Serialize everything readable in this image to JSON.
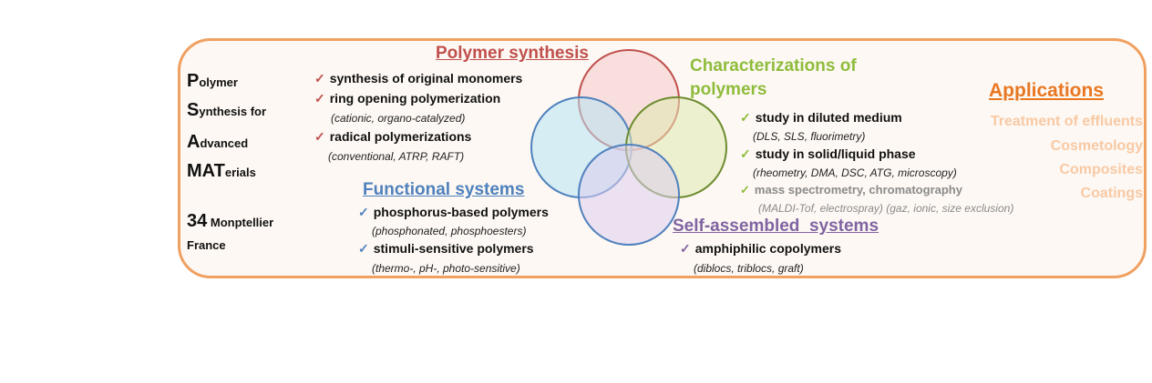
{
  "org": {
    "line1": {
      "cap": "P",
      "rest": "olymer"
    },
    "line2": {
      "cap": "S",
      "rest": "ynthesis for"
    },
    "line3": {
      "cap": "A",
      "rest": "dvanced"
    },
    "line4": {
      "cap": "MAT",
      "rest": "erials"
    },
    "line5": {
      "cap": "34",
      "rest": " Monptellier"
    },
    "line6": "France"
  },
  "polymer_synthesis": {
    "title": "Polymer synthesis",
    "items": [
      {
        "label": "synthesis of original monomers",
        "detail": ""
      },
      {
        "label": "ring opening polymerization",
        "detail": "(cationic, organo-catalyzed)"
      },
      {
        "label": "radical polymerizations",
        "detail": "(conventional, ATRP, RAFT)"
      }
    ]
  },
  "characterizations": {
    "title_line1": "Characterizations of",
    "title_line2": "polymers",
    "items": [
      {
        "label": "study in diluted medium",
        "detail": "(DLS, SLS, fluorimetry)"
      },
      {
        "label": "study in solid/liquid phase",
        "detail": "(rheometry, DMA, DSC, ATG, microscopy)"
      },
      {
        "label": "mass spectrometry, chromatography",
        "detail": "(MALDI-Tof, electrospray) (gaz, ionic, size exclusion)"
      }
    ]
  },
  "functional_systems": {
    "title": "Functional systems",
    "items": [
      {
        "label": "phosphorus-based polymers",
        "detail": "(phosphonated, phosphoesters)"
      },
      {
        "label": "stimuli-sensitive polymers",
        "detail": "(thermo-, pH-, photo-sensitive)"
      }
    ]
  },
  "self_assembled": {
    "title": "Self-assembled  systems",
    "items": [
      {
        "label": "amphiphilic copolymers",
        "detail": "(diblocs, triblocs, graft)"
      }
    ]
  },
  "applications": {
    "title": "Applications",
    "items": [
      "Treatment of effluents",
      "Cosmetology",
      "Composites",
      "Coatings"
    ]
  },
  "check_glyph": "✓",
  "colors": {
    "frame": "#f0a060",
    "red": "#c0504d",
    "green": "#8fbc3c",
    "blue": "#4f81bd",
    "purple": "#8064a2",
    "orange": "#e87722"
  }
}
